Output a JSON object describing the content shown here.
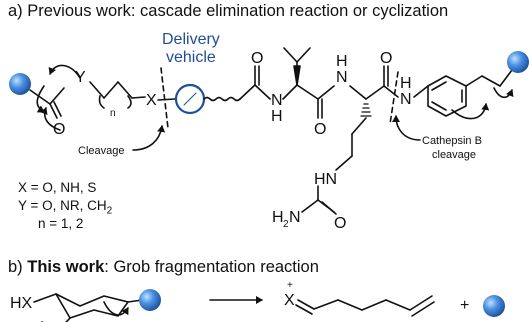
{
  "headings": {
    "a_prefix": "a) Previous work: cascade elimination reaction or cyclization",
    "b_prefix": "b) ",
    "b_bold": "This work",
    "b_rest": ": Grob fragmentation reaction"
  },
  "labels": {
    "delivery_line1": "Delivery",
    "delivery_line2": "vehicle",
    "cleavage": "Cleavage",
    "cathepsin_line1": "Cathepsin B",
    "cathepsin_line2": "cleavage"
  },
  "atoms": {
    "Y": "Y",
    "n": "n",
    "X": "X",
    "O_carbonyl": "O",
    "O_amide1": "O",
    "O_amide2": "O",
    "O_amide3": "O",
    "O_urea": "O",
    "NH_1": "N",
    "NH_2": "N",
    "NH_3": "N",
    "H": "H",
    "HN": "HN",
    "H2N": "H",
    "H2N_sub": "2",
    "H2N_N": "N",
    "HX": "HX",
    "X_plus": "X",
    "plus_charge": "+",
    "plus_sign": "+"
  },
  "legend": {
    "line1": "X = O, NH, S",
    "line2": "Y = O, NR, CH",
    "line2_sub": "2",
    "line3": "n = 1, 2"
  },
  "colors": {
    "sphere_highlight": "#bfe0ff",
    "sphere_mid": "#4a90e2",
    "sphere_dark": "#1d4f9a",
    "delivery_blue": "#1f4e9c"
  }
}
